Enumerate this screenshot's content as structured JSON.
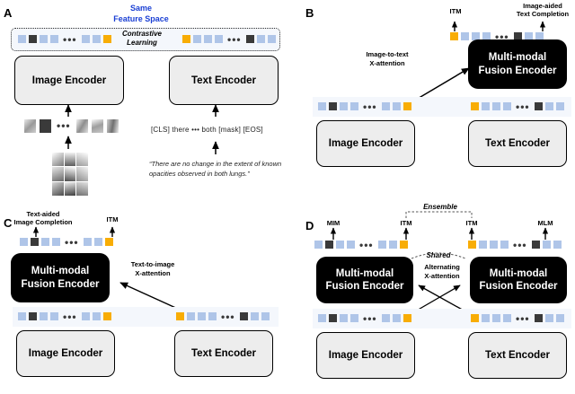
{
  "figure": {
    "panels": [
      {
        "id": "A",
        "label": "A",
        "title": "Same\nFeature Space",
        "title_line1": "Same",
        "title_line2": "Feature Space",
        "title_color": "#1a3fd4",
        "center_label_line1": "Contrastive",
        "center_label_line2": "Learning",
        "image_encoder": "Image Encoder",
        "text_encoder": "Text Encoder",
        "text_tokens": "[CLS] there ••• both [mask] [EOS]",
        "caption_quote": "“There are no change in the extent of known opacities observed in both lungs.”",
        "image_tokens": [
          "b",
          "d",
          "b",
          "b",
          "dots",
          "b",
          "b",
          "o"
        ],
        "text_token_squares": [
          "o",
          "b",
          "b",
          "b",
          "dots",
          "d",
          "b",
          "b"
        ]
      },
      {
        "id": "B",
        "label": "B",
        "top_labels": [
          {
            "text": "ITM",
            "lines": [
              "ITM"
            ]
          },
          {
            "text": "Image-aided Text Completion",
            "lines": [
              "Image-aided",
              "Text Completion"
            ]
          }
        ],
        "arrow_label_line1": "Image-to-text",
        "arrow_label_line2": "X-attention",
        "fusion_encoder_line1": "Multi-modal",
        "fusion_encoder_line2": "Fusion Encoder",
        "image_encoder": "Image Encoder",
        "text_encoder": "Text Encoder",
        "output_tokens": [
          "o",
          "b",
          "b",
          "b",
          "dots",
          "d",
          "b",
          "b"
        ],
        "image_strip_tokens": [
          "b",
          "d",
          "b",
          "b",
          "dots",
          "b",
          "b",
          "o"
        ],
        "text_strip_tokens": [
          "o",
          "b",
          "b",
          "b",
          "dots",
          "d",
          "b",
          "b"
        ]
      },
      {
        "id": "C",
        "label": "C",
        "top_labels": [
          {
            "text": "Text-aided Image Completion",
            "lines": [
              "Text-aided",
              "Image Completion"
            ]
          },
          {
            "text": "ITM",
            "lines": [
              "ITM"
            ]
          }
        ],
        "arrow_label_line1": "Text-to-image",
        "arrow_label_line2": "X-attention",
        "fusion_encoder_line1": "Multi-modal",
        "fusion_encoder_line2": "Fusion Encoder",
        "image_encoder": "Image Encoder",
        "text_encoder": "Text Encoder",
        "output_tokens": [
          "b",
          "d",
          "b",
          "b",
          "dots",
          "b",
          "b",
          "o"
        ],
        "image_strip_tokens": [
          "b",
          "d",
          "b",
          "b",
          "dots",
          "b",
          "b",
          "o"
        ],
        "text_strip_tokens": [
          "o",
          "b",
          "b",
          "b",
          "dots",
          "d",
          "b",
          "b"
        ]
      },
      {
        "id": "D",
        "label": "D",
        "top_labels": [
          "MIM",
          "ITM",
          "ITM",
          "MLM"
        ],
        "ensemble_label": "Ensemble",
        "shared_label": "Shared",
        "arrow_label_line1": "Alternating",
        "arrow_label_line2": "X-attention",
        "fusion_encoder_left_line1": "Multi-modal",
        "fusion_encoder_left_line2": "Fusion Encoder",
        "fusion_encoder_right_line1": "Multi-modal",
        "fusion_encoder_right_line2": "Fusion Encoder",
        "image_encoder": "Image Encoder",
        "text_encoder": "Text Encoder",
        "left_output_tokens": [
          "b",
          "d",
          "b",
          "b",
          "dots",
          "b",
          "b",
          "o"
        ],
        "right_output_tokens": [
          "o",
          "b",
          "b",
          "b",
          "dots",
          "d",
          "b",
          "b"
        ],
        "image_strip_tokens": [
          "b",
          "d",
          "b",
          "b",
          "dots",
          "b",
          "b",
          "o"
        ],
        "text_strip_tokens": [
          "o",
          "b",
          "b",
          "b",
          "dots",
          "d",
          "b",
          "b"
        ]
      }
    ],
    "colors": {
      "token_blue": "#afc5e8",
      "token_orange": "#f8ad05",
      "token_dark": "#3a3a3a",
      "strip_bg": "#f4f7fc",
      "encoder_bg": "#ededed",
      "fusion_bg": "#000000",
      "accent_blue": "#1a3fd4"
    }
  }
}
